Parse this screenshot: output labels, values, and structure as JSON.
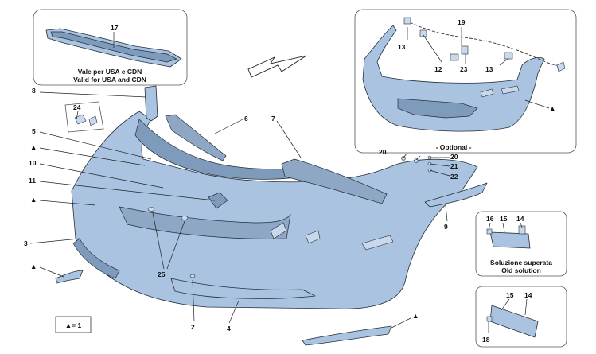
{
  "callouts": {
    "c17": "17",
    "c8": "8",
    "c24": "24",
    "c5": "5",
    "c6": "6",
    "c7": "7",
    "c10": "10",
    "c11": "11",
    "c3": "3",
    "c25": "25",
    "c2": "2",
    "c4": "4",
    "c9": "9",
    "c13a": "13",
    "c19": "19",
    "c12": "12",
    "c23": "23",
    "c13b": "13",
    "c20": "20",
    "c20b": "20",
    "c21": "21",
    "c22": "22",
    "c16": "16",
    "c15a": "15",
    "c14a": "14",
    "c15b": "15",
    "c14b": "14",
    "c18": "18"
  },
  "triangle_marker": "▲",
  "inset_usa": {
    "line1": "Vale per USA e CDN",
    "line2": "Valid for USA and CDN"
  },
  "optional_label": "- Optional -",
  "old_solution": {
    "line1": "Soluzione superata",
    "line2": "Old solution"
  },
  "legend": {
    "text": "▲= 1"
  }
}
